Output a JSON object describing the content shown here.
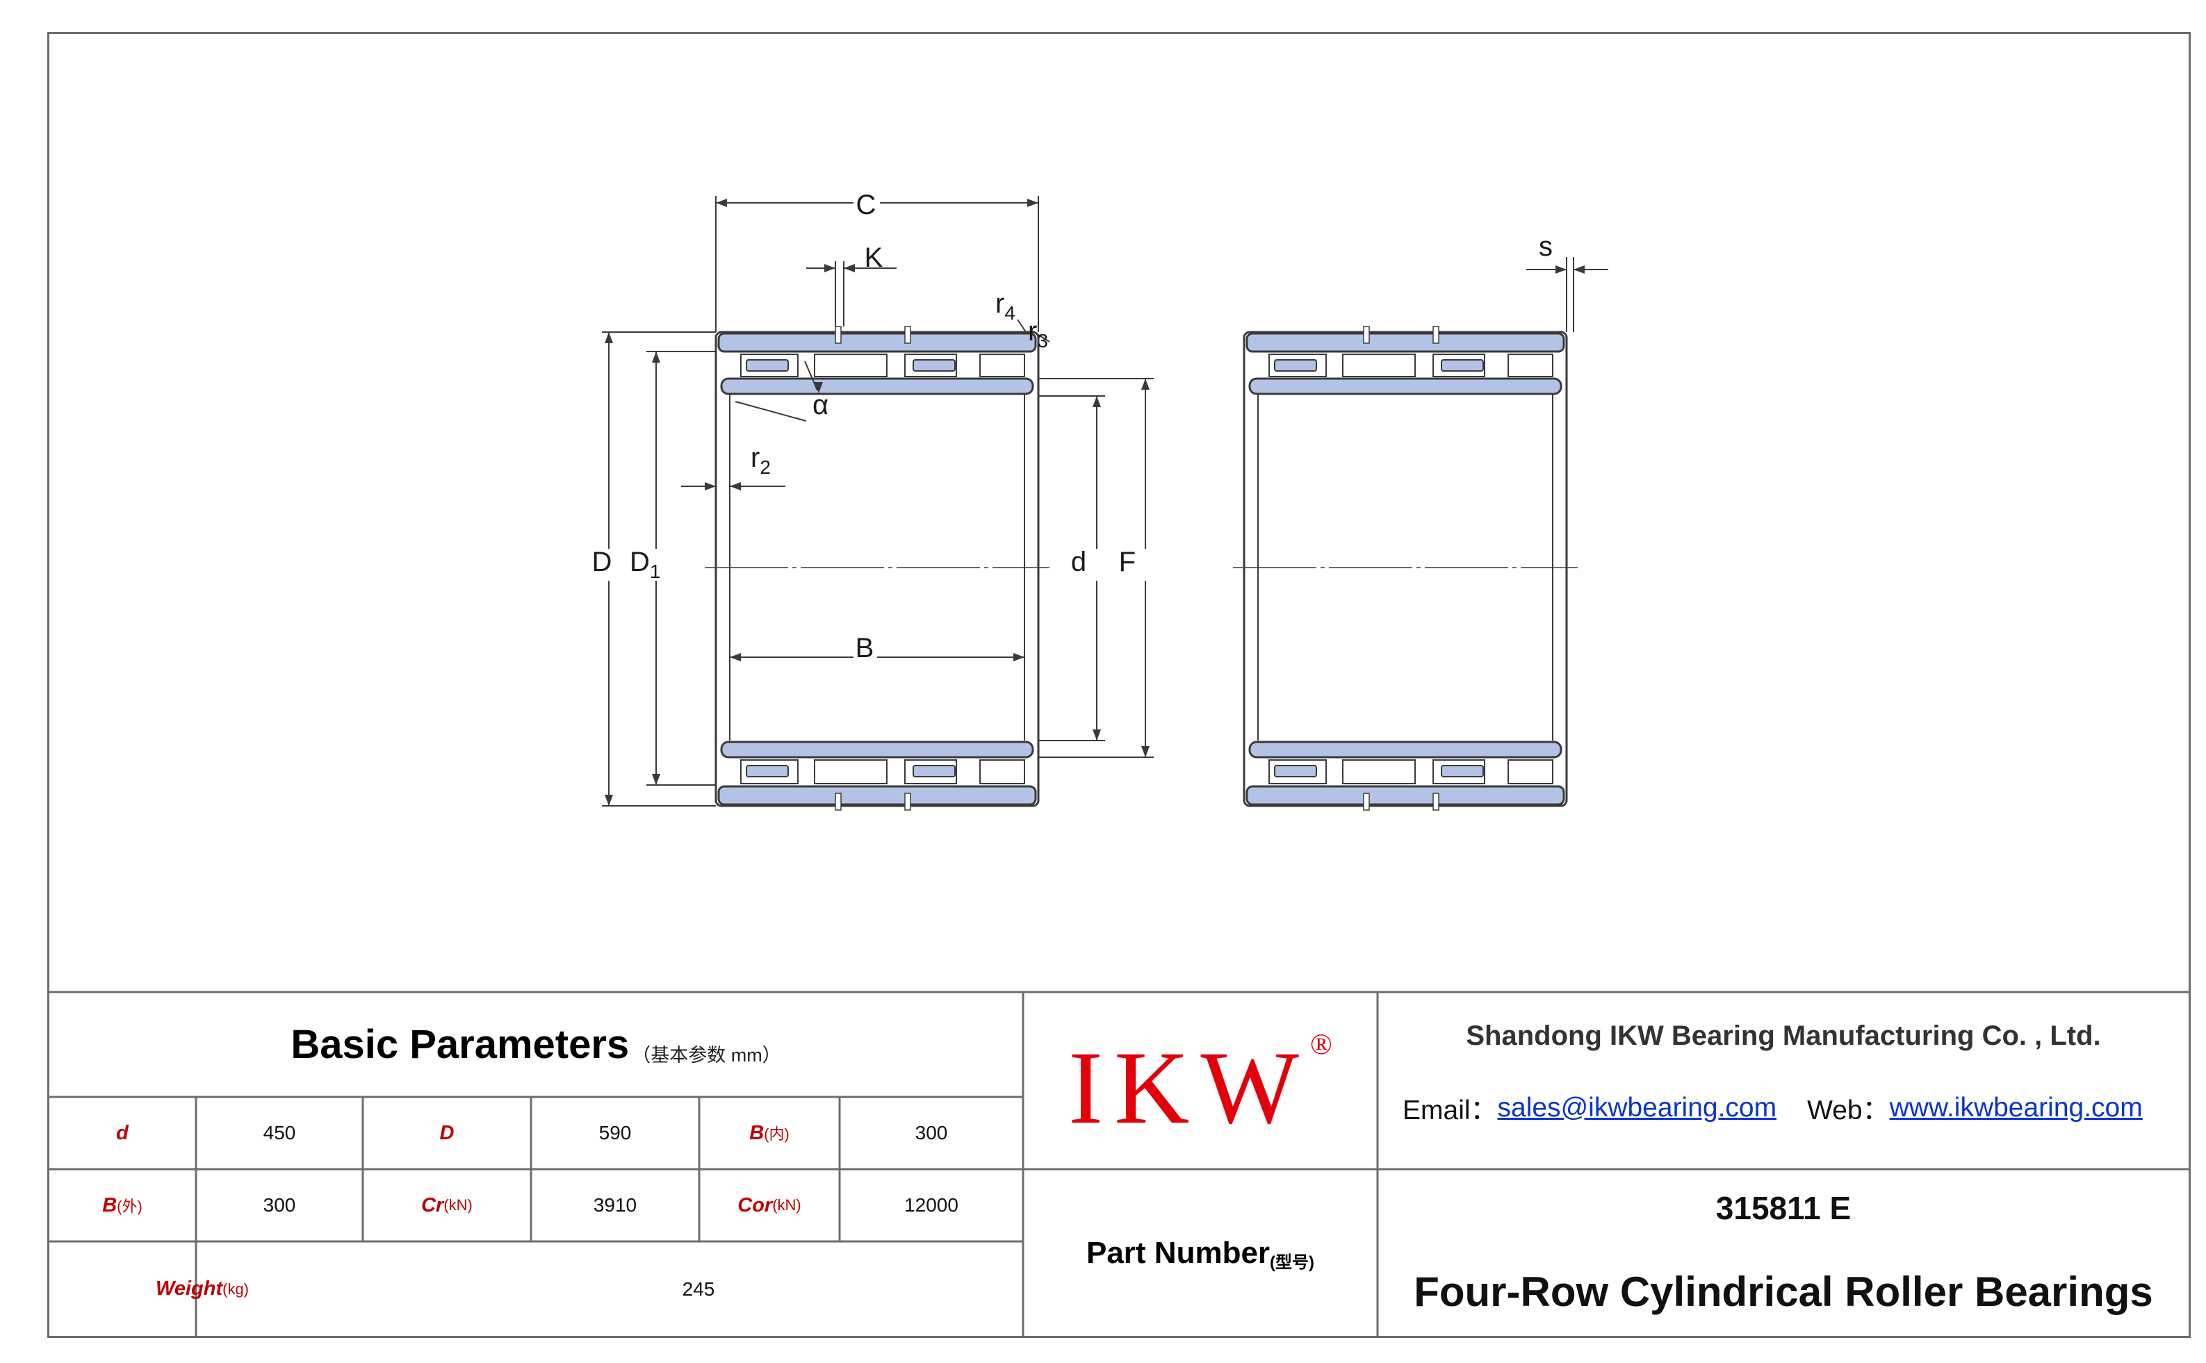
{
  "drawing": {
    "labels": {
      "C": "C",
      "K": "K",
      "r4_base": "r",
      "r4_sub": "4",
      "r3_base": "r",
      "r3_sub": "3",
      "alpha": "α",
      "r2_base": "r",
      "r2_sub": "2",
      "D": "D",
      "D1_base": "D",
      "D1_sub": "1",
      "d": "d",
      "F": "F",
      "B": "B",
      "s": "s"
    }
  },
  "table": {
    "title": "Basic Parameters",
    "title_note": "（基本参数 mm）",
    "rows": [
      [
        {
          "name": "d",
          "unit": "",
          "value": "450"
        },
        {
          "name": "D",
          "unit": "",
          "value": "590"
        },
        {
          "name": "B",
          "unit": "(内)",
          "value": "300"
        }
      ],
      [
        {
          "name": "B",
          "unit": "(外)",
          "value": "300"
        },
        {
          "name": "Cr",
          "unit": "(kN)",
          "value": "3910"
        },
        {
          "name": "Cor",
          "unit": "(kN)",
          "value": "12000"
        }
      ]
    ],
    "weight": {
      "name": "Weight",
      "unit": "(kg)",
      "value": "245"
    }
  },
  "logo": {
    "text": "IKW",
    "mark": "®",
    "color": "#e3000b"
  },
  "part_label": {
    "text": "Part Number",
    "note": "(型号)"
  },
  "company": {
    "name": "Shandong IKW Bearing Manufacturing Co. , Ltd.",
    "email_label": "Email：",
    "email": "sales@ikwbearing.com",
    "web_label": "Web：",
    "web": "www.ikwbearing.com",
    "link_color": "#0b34c9"
  },
  "product": {
    "part_number": "315811 E",
    "type": "Four-Row Cylindrical Roller Bearings"
  },
  "colors": {
    "bearing_fill": "#b3c3e6",
    "line": "#3a3a3a",
    "param_name": "#c00000"
  }
}
